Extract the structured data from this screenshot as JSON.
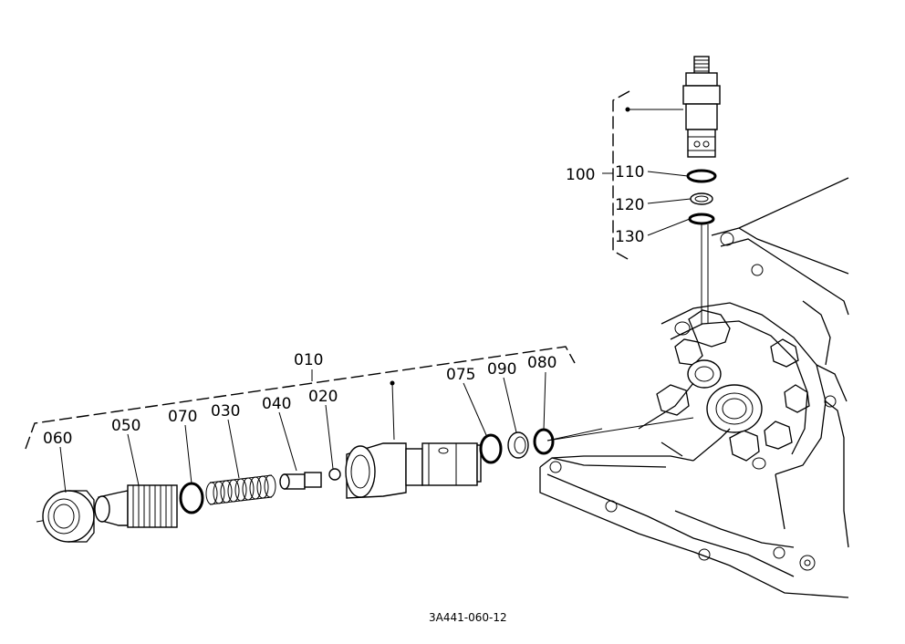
{
  "labels": {
    "p010": "010",
    "p020": "020",
    "p030": "030",
    "p040": "040",
    "p050": "050",
    "p060": "060",
    "p070": "070",
    "p075": "075",
    "p080": "080",
    "p090": "090",
    "p100": "100",
    "p110": "110",
    "p120": "120",
    "p130": "130"
  },
  "drawing_code": "3A441-060-12"
}
